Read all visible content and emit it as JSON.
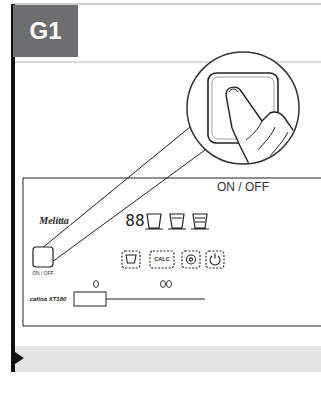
{
  "diagram": {
    "nodes": [
      {
        "text": [
          "G1"
        ]
      }
    ],
    "labels": [
      "ON / OFF",
      "Melitta",
      "88",
      "ON / OFF",
      "CALC",
      "cafina XT180"
    ]
  }
}
